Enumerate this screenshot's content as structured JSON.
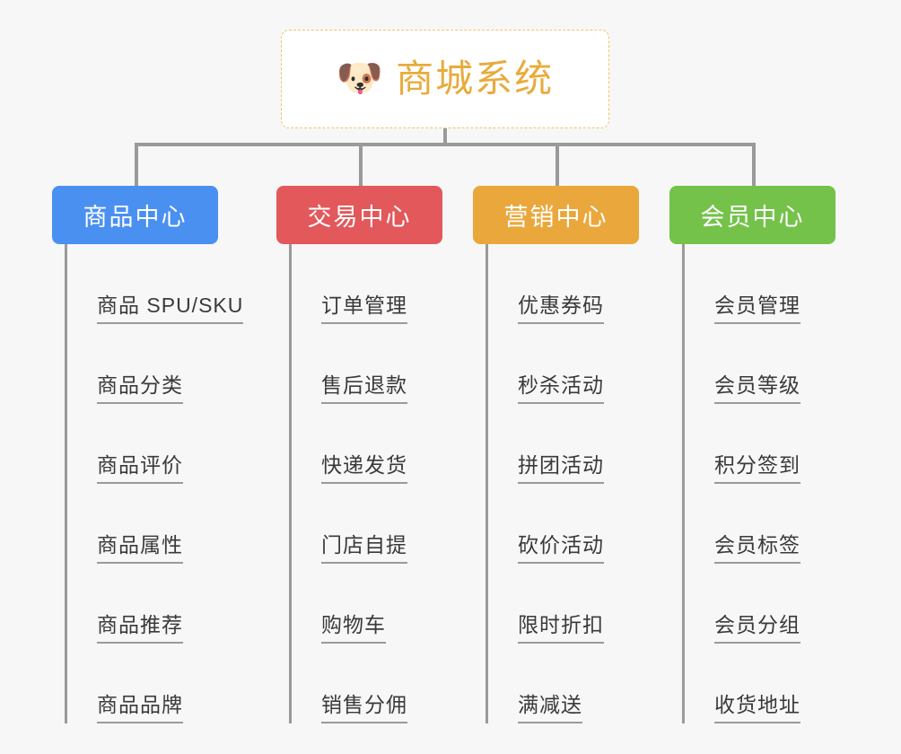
{
  "background_color": "#f7f7f7",
  "root": {
    "icon": "dog-face-emoji",
    "icon_glyph": "🐶",
    "title": "商城系统",
    "title_color": "#e8ab3c",
    "border_color": "#f0c46a",
    "border_style": "dashed",
    "fill_color": "#ffffff"
  },
  "connector_color": "#9a9a9a",
  "categories": [
    {
      "label": "商品中心",
      "color": "#4a90f0",
      "text_color": "#ffffff",
      "items": [
        "商品 SPU/SKU",
        "商品分类",
        "商品评价",
        "商品属性",
        "商品推荐",
        "商品品牌"
      ]
    },
    {
      "label": "交易中心",
      "color": "#e2585b",
      "text_color": "#ffffff",
      "items": [
        "订单管理",
        "售后退款",
        "快递发货",
        "门店自提",
        "购物车",
        "销售分佣"
      ]
    },
    {
      "label": "营销中心",
      "color": "#eaa83c",
      "text_color": "#ffffff",
      "items": [
        "优惠券码",
        "秒杀活动",
        "拼团活动",
        "砍价活动",
        "限时折扣",
        "满减送"
      ]
    },
    {
      "label": "会员中心",
      "color": "#74c24a",
      "text_color": "#ffffff",
      "items": [
        "会员管理",
        "会员等级",
        "积分签到",
        "会员标签",
        "会员分组",
        "收货地址"
      ]
    }
  ]
}
